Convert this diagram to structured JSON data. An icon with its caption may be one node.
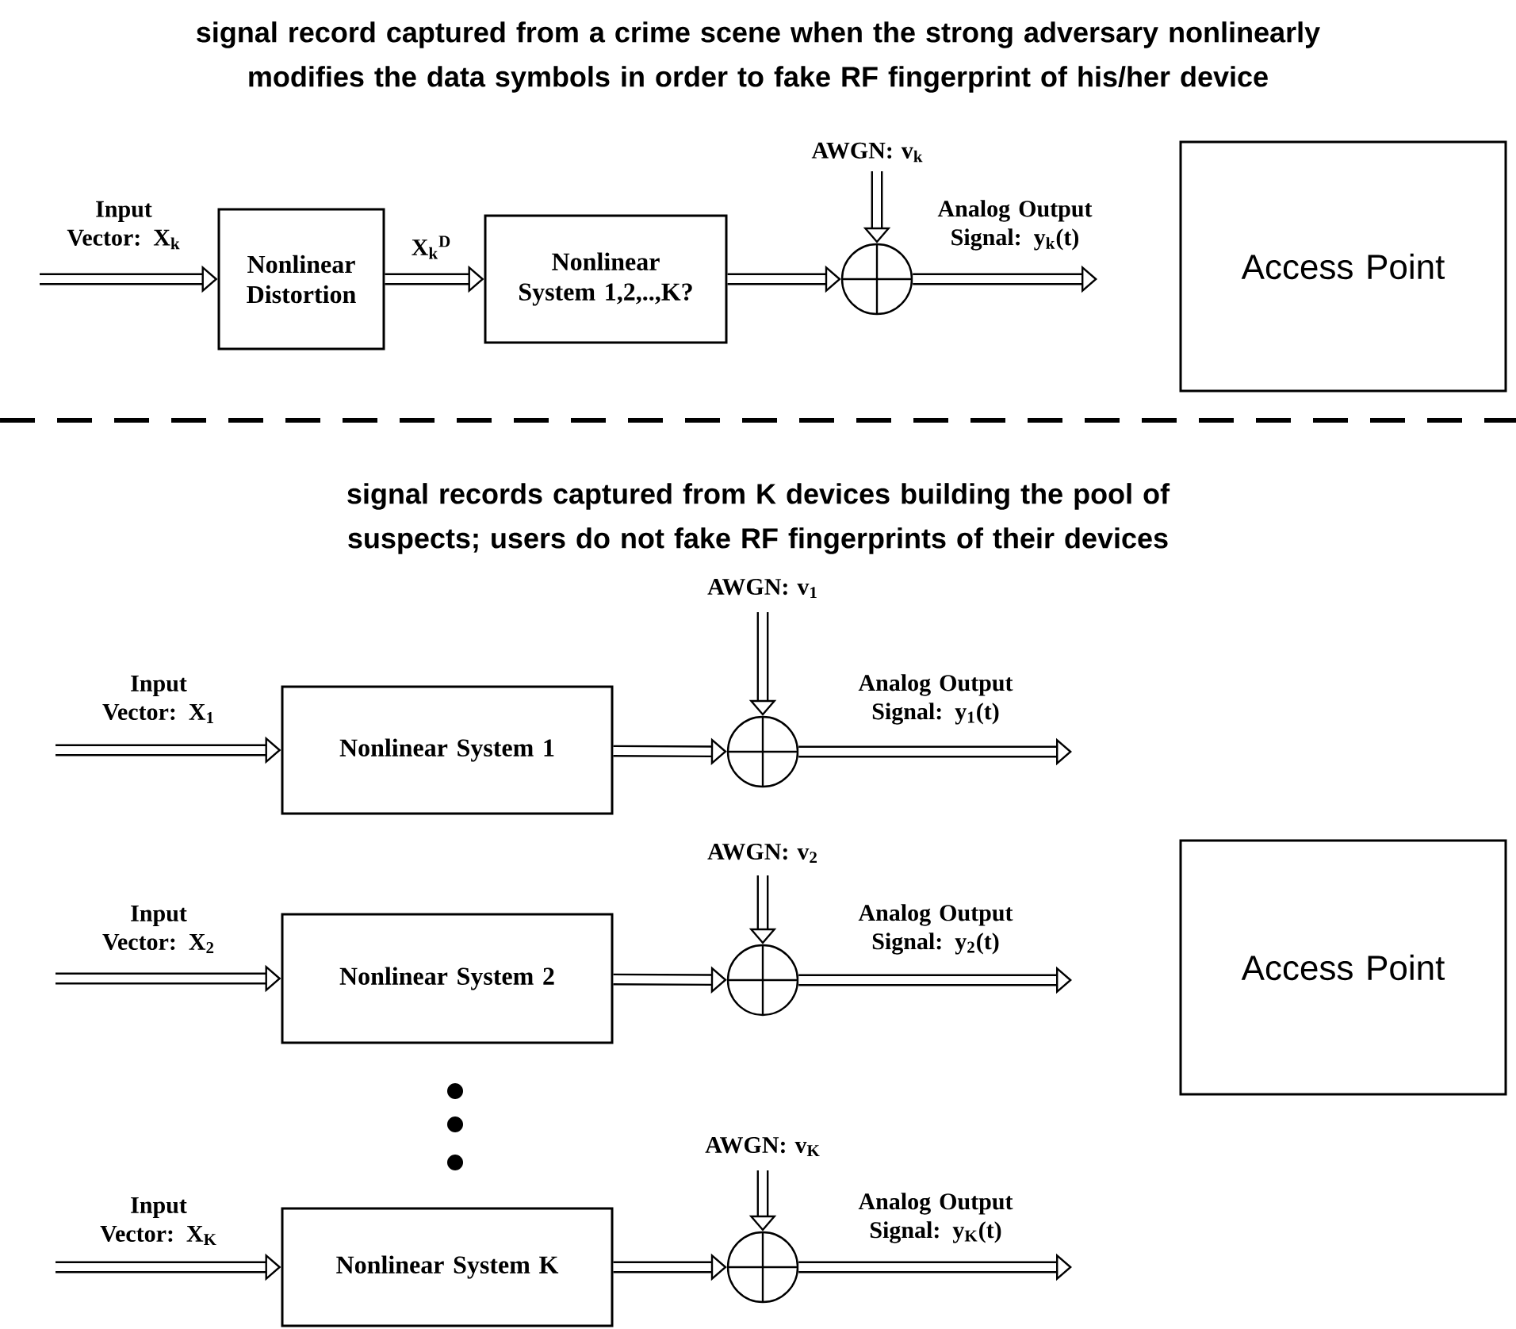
{
  "diagram": {
    "title": "signal record captured from a crime scene when the strong adversary nonlinearly modifies the data symbols in order to fake RF fingerprint of his/her device",
    "nodes": [
      {
        "text": [
          "Nonlinear Distortion"
        ]
      },
      {
        "text": [
          "Nonlinear System 1,2,..,K?"
        ]
      },
      {
        "text": [],
        "shape": "circle"
      },
      {
        "text": [
          "Access Point"
        ]
      },
      {
        "text": [
          "Nonlinear System 1"
        ]
      },
      {
        "text": [],
        "shape": "circle"
      },
      {
        "text": [
          "Nonlinear System 2"
        ]
      },
      {
        "text": [],
        "shape": "circle"
      },
      {
        "text": [
          "Nonlinear System K"
        ]
      },
      {
        "text": [],
        "shape": "circle"
      },
      {
        "text": [
          "Access Point"
        ]
      }
    ],
    "edges": [
      {
        "from": null,
        "to": 0,
        "arrow": "to",
        "label": "Input Vector: X$_{k}$"
      },
      {
        "from": 0,
        "to": 1,
        "arrow": "to",
        "label": "X$_{k}$$^{D}$"
      },
      {
        "from": 1,
        "to": 2,
        "arrow": "to"
      },
      {
        "from": null,
        "to": 2,
        "arrow": "to",
        "label": "AWGN: v$_{k}$"
      },
      {
        "from": 2,
        "to": null,
        "arrow": "to",
        "label": "Analog Output Signal: y$_{k}$(t)"
      },
      {
        "from": null,
        "to": 4,
        "arrow": "to",
        "label": "Input Vector: X$_{1}$"
      },
      {
        "from": 4,
        "to": 5,
        "arrow": "to"
      },
      {
        "from": null,
        "to": 5,
        "arrow": "to",
        "label": "AWGN: v$_{1}$"
      },
      {
        "from": 5,
        "to": null,
        "arrow": "to",
        "label": "Analog Output Signal: y$_{1}$(t)"
      },
      {
        "from": null,
        "to": 6,
        "arrow": "to",
        "label": "Input Vector: X$_{2}$"
      },
      {
        "from": 6,
        "to": 7,
        "arrow": "to"
      },
      {
        "from": null,
        "to": 7,
        "arrow": "to",
        "label": "AWGN: v$_{2}$"
      },
      {
        "from": 7,
        "to": null,
        "arrow": "to",
        "label": "Analog Output Signal: y$_{2}$(t)"
      },
      {
        "from": null,
        "to": 8,
        "arrow": "to",
        "label": "Input Vector: X$_{K}$"
      },
      {
        "from": 8,
        "to": 9,
        "arrow": "to"
      },
      {
        "from": null,
        "to": 9,
        "arrow": "to",
        "label": "AWGN: v$_{K}$"
      },
      {
        "from": 9,
        "to": null,
        "arrow": "to",
        "label": "Analog Output Signal: y$_{K}$(t)"
      }
    ],
    "labels": [
      "signal records captured from K devices building the pool of suspects; users do not fake RF fingerprints of their devices"
    ]
  }
}
